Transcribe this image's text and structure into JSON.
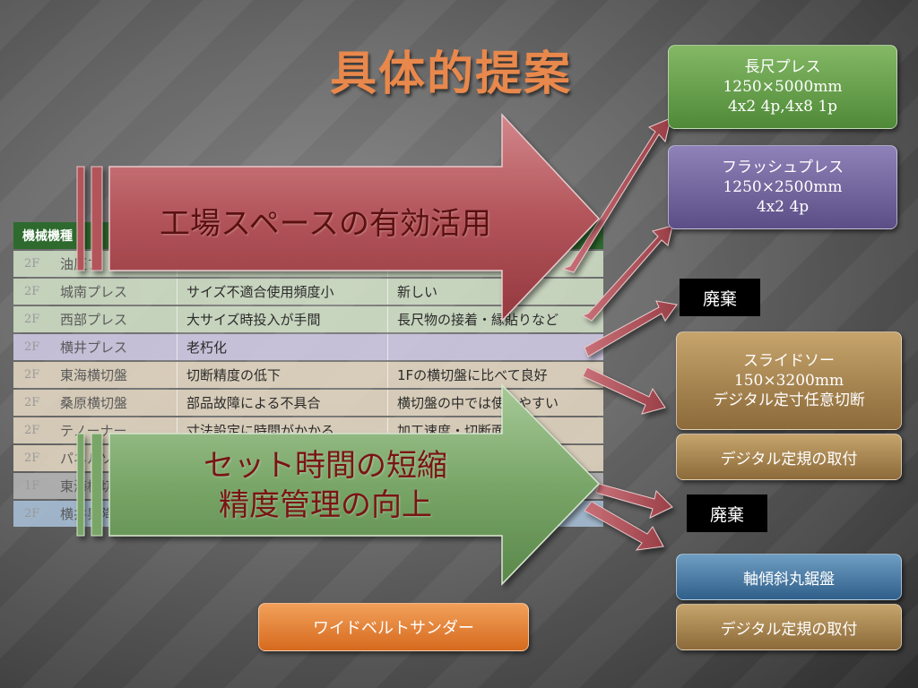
{
  "title": "具体的提案",
  "table": {
    "header": [
      "機械機種"
    ],
    "rows": [
      {
        "floor": "2F",
        "name": "油圧プ",
        "issue": "",
        "note": "",
        "style": "g"
      },
      {
        "floor": "2F",
        "name": "城南プレス",
        "issue": "サイズ不適合使用頻度小",
        "note": "新しい",
        "style": "g"
      },
      {
        "floor": "2F",
        "name": "西部プレス",
        "issue": "大サイズ時投入が手間",
        "note": "長尺物の接着・縁貼りなど",
        "style": "g"
      },
      {
        "floor": "2F",
        "name": "横井プレス",
        "issue": "老朽化",
        "note": "",
        "style": "p"
      },
      {
        "floor": "2F",
        "name": "東海横切盤",
        "issue": "切断精度の低下",
        "note": "1Fの横切盤に比べて良好",
        "style": "t"
      },
      {
        "floor": "2F",
        "name": "桑原横切盤",
        "issue": "部品故障による不具合",
        "note": "横切盤の中では使いやすい",
        "style": "t"
      },
      {
        "floor": "2F",
        "name": "テノーナー",
        "issue": "寸法設定に時間がかかる",
        "note": "加工速度・切断面",
        "style": "t"
      },
      {
        "floor": "2F",
        "name": "パネルソ",
        "issue": "",
        "note": "",
        "style": "t"
      },
      {
        "floor": "1F",
        "name": "東海横切",
        "issue": "",
        "note": "",
        "style": "gr"
      },
      {
        "floor": "2F",
        "name": "横井昇降",
        "issue": "",
        "note": "",
        "style": "b"
      }
    ]
  },
  "arrows": {
    "space": "工場スペースの有効活用",
    "setup_line1": "セット時間の短縮",
    "setup_line2": "精度管理の向上"
  },
  "boxes": {
    "long_press": {
      "line1": "長尺プレス",
      "line2": "1250×5000mm",
      "line3": "4x2  4p,4x8  1p"
    },
    "flush_press": {
      "line1": "フラッシュプレス",
      "line2": "1250×2500mm",
      "line3": "4x2    4p"
    },
    "discard_1": "廃棄",
    "slide_saw": {
      "line1": "スライドソー",
      "line2": "150×3200mm",
      "line3": "デジタル定寸任意切断"
    },
    "digital_ruler_1": "デジタル定規の取付",
    "discard_2": "廃棄",
    "shaft_saw": "軸傾斜丸鋸盤",
    "digital_ruler_2": "デジタル定規の取付",
    "wide_sander": "ワイドベルトサンダー"
  },
  "colors": {
    "title": "#e9884c",
    "arrow_space": "#b8565c",
    "arrow_setup": "#6f9c61",
    "long_press": "#5f9a46",
    "flush_press": "#6b5e98",
    "slide_saw": "#a88450",
    "shaft_saw": "#3f70a0",
    "wide_sander": "#e4802f"
  }
}
